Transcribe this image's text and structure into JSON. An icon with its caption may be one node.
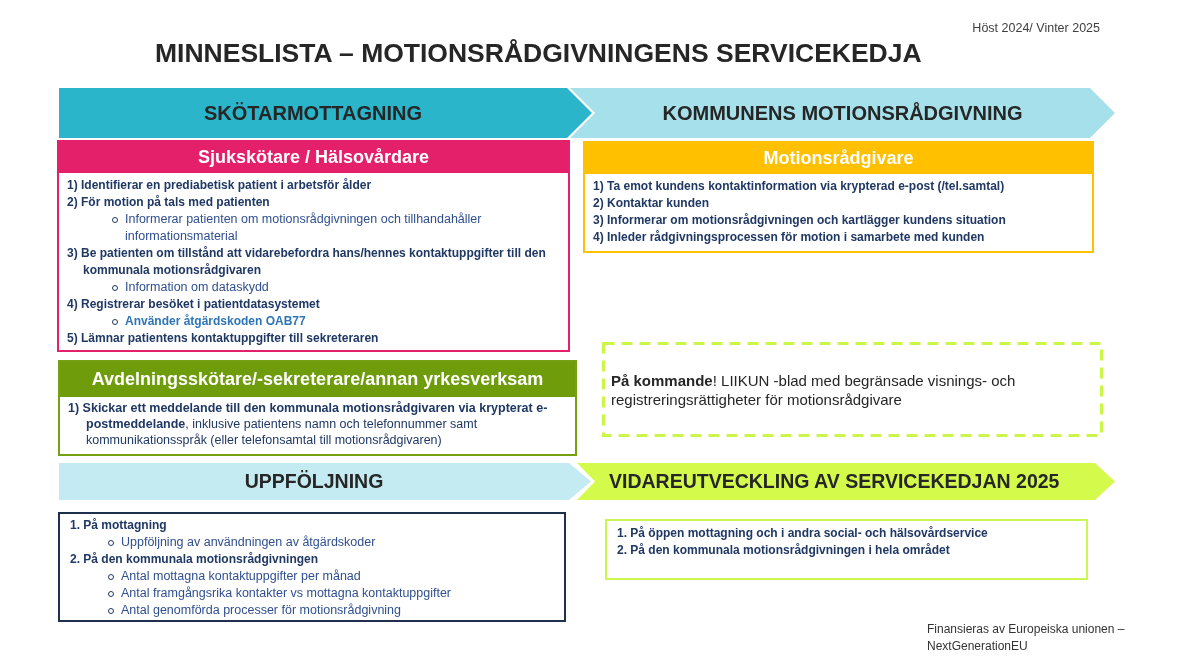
{
  "diagram": {
    "title": "MINNESLISTA – MOTIONSRÅDGIVNINGENS SERVICEKEDJA",
    "nodes": [
      {
        "text": [
          "SKÖTARMOTTAGNING"
        ]
      },
      {
        "text": [
          "KOMMUNENS MOTIONSRÅDGIVNING"
        ]
      },
      {
        "text": [
          "Sjukskötare / Hälsovårdare",
          "1) Identifierar en prediabetisk patient i arbetsför ålder",
          "2) För motion på tals med patienten",
          "Informerar patienten om motionsrådgivningen och tillhandahåller informationsmaterial",
          "3) Be patienten om tillstånd att vidarebefordra hans/hennes kontaktuppgifter till den kommunala motionsrådgivaren",
          "Information om dataskydd",
          "4) Registrerar besöket i patientdatasystemet",
          "Använder åtgärdskoden OAB77",
          "5) Lämnar patientens kontaktuppgifter till sekreteraren"
        ]
      },
      {
        "text": [
          "Motionsrådgivare",
          "1) Ta emot kundens kontaktinformation via krypterad e-post (/tel.samtal)",
          "2) Kontaktar kunden",
          "3) Informerar om motionsrådgivningen och kartlägger kundens situation",
          "4) Inleder rådgivningsprocessen för motion i samarbete med kunden"
        ]
      },
      {
        "text": [
          "Avdelningsskötare/-sekreterare/annan yrkesverksam",
          "**1) Skickar ett meddelande till den kommunala motionsrådgivaren via krypterat e-postmeddelande**, inklusive patientens namn och telefonnummer samt kommunikationsspråk (eller telefonsamtal till motionsrådgivaren)"
        ]
      },
      {
        "text": [
          "**På kommande**! LIIKUN -blad med begränsade visnings- och registreringsrättigheter för motionsrådgivare"
        ]
      },
      {
        "text": [
          "UPPFÖLJNING"
        ]
      },
      {
        "text": [
          "VIDAREUTVECKLING AV SERVICEKEDJAN 2025"
        ]
      },
      {
        "text": [
          "1. På mottagning",
          "Uppföljning av användningen av åtgärdskoder",
          "2. På den kommunala motionsrådgivningen",
          "Antal mottagna kontaktuppgifter per månad",
          "Antal framgångsrika kontakter vs mottagna kontaktuppgifter",
          "Antal genomförda processer för motionsrådgivning"
        ]
      },
      {
        "text": [
          "1. På öppen mottagning och i andra social- och hälsovårdservice",
          "2. På den kommunala motionsrådgivningen i hela området"
        ]
      }
    ],
    "labels": [
      "Höst 2024/ Vinter 2025",
      "Finansieras av Europeiska unionen – NextGenerationEU"
    ]
  }
}
